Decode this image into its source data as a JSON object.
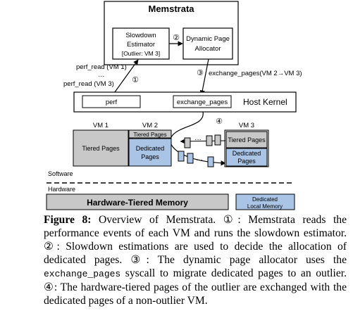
{
  "diagram": {
    "memstrata_title": "Memstrata",
    "estimator_line1": "Slowdown",
    "estimator_line2": "Estimator",
    "estimator_note": "[Outlier: VM 3]",
    "allocator_line1": "Dynamic Page",
    "allocator_line2": "Allocator",
    "step1": "①",
    "step2": "②",
    "step3": "③",
    "step4": "④",
    "perf_read_vm1": "perf_read (VM 1)",
    "perf_read_dots": "…",
    "perf_read_vm3": "perf_read (VM 3)",
    "exchange_call": "exchange_pages(VM 2→VM 3)",
    "perf_label": "perf",
    "exchange_pages_label": "exchange_pages",
    "host_kernel": "Host Kernel",
    "vm1_label": "VM 1",
    "vm2_label": "VM 2",
    "vm3_label": "VM 3",
    "vm1_tiered": "Tiered Pages",
    "vm2_tiered": "Tiered Pages",
    "vm2_dedicated_line1": "Dedicated",
    "vm2_dedicated_line2": "Pages",
    "vm3_tiered": "Tiered Pages",
    "vm3_dedicated_line1": "Dedicated",
    "vm3_dedicated_line2": "Pages",
    "software_label": "Software",
    "hardware_label": "Hardware",
    "tiered_memory": "Hardware-Tiered Memory",
    "dedicated_memory_line1": "Dedicated",
    "dedicated_memory_line2": "Local Memory",
    "transfer_dots": "…",
    "colors": {
      "gray_fill": "#c8c8c8",
      "blue_fill": "#a9c4e4",
      "light_fill": "#e6e6e6"
    }
  },
  "caption": {
    "figure_label": "Figure 8:",
    "lead": " Overview of Memstrata. ①: Memstrata reads the performance events of each VM and runs the slowdown estimator. ②: Slowdown estimations are used to decide the allocation of dedicated pages. ③: The dynamic page allocator uses the ",
    "syscall": "exchange_pages",
    "tail": " syscall to migrate dedicated pages to an outlier. ④: The hardware-tiered pages of the outlier are exchanged with the dedicated pages of a non-outlier VM."
  }
}
